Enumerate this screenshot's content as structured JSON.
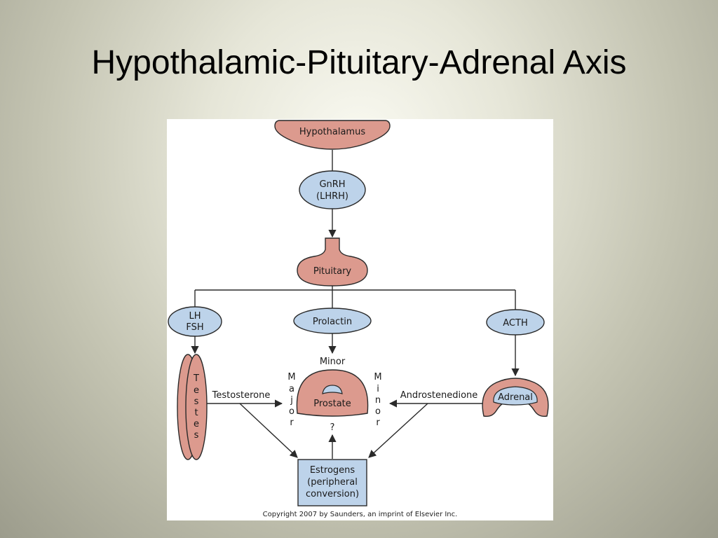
{
  "slide": {
    "title": "Hypothalamic-Pituitary-Adrenal Axis"
  },
  "diagram": {
    "nodes": {
      "hypothalamus": "Hypothalamus",
      "gnrh_line1": "GnRH",
      "gnrh_line2": "(LHRH)",
      "pituitary": "Pituitary",
      "lh_fsh_line1": "LH",
      "lh_fsh_line2": "FSH",
      "prolactin": "Prolactin",
      "acth": "ACTH",
      "testes": [
        "T",
        "e",
        "s",
        "t",
        "e",
        "s"
      ],
      "prostate": "Prostate",
      "adrenal": "Adrenal",
      "estrogens_line1": "Estrogens",
      "estrogens_line2": "(peripheral",
      "estrogens_line3": "conversion)"
    },
    "edge_labels": {
      "minor_top": "Minor",
      "major_vertical": [
        "M",
        "a",
        "j",
        "o",
        "r"
      ],
      "minor_vertical": [
        "M",
        "i",
        "n",
        "o",
        "r"
      ],
      "testosterone": "Testosterone",
      "androstenedione": "Androstenedione",
      "question": "?"
    },
    "copyright": "Copyright 2007 by Saunders, an imprint of Elsevier Inc.",
    "colors": {
      "pink": "#dc9a8e",
      "blue": "#bdd3ea",
      "line": "#2a2a2a"
    }
  }
}
